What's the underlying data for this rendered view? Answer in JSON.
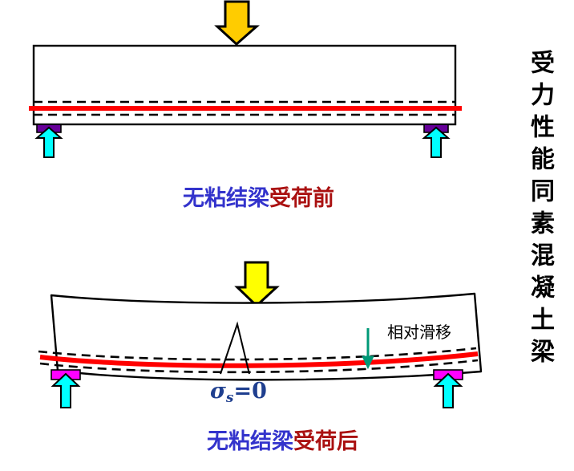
{
  "figure": {
    "vertical_title": "受力性能同素混凝土梁",
    "colors": {
      "load_arrow_fill": "#FFCC00",
      "load_arrow_fill_lower": "#FFFF00",
      "load_arrow_stroke": "#000000",
      "reaction_arrow_fill": "#00FFFF",
      "reaction_arrow_stroke": "#000000",
      "bearing_plate_top": "#660099",
      "bearing_plate_bottom": "#FF00FF",
      "tendon": "#FF0000",
      "duct_dash": "#000000",
      "beam_outline": "#000000",
      "slip_arrow": "#009977",
      "caption_blue": "#3333CC",
      "caption_red": "#AA1111",
      "sigma_text": "#1F3F8F"
    }
  },
  "panel_before": {
    "caption_part1": "无粘结梁",
    "caption_part2": "受荷前",
    "load_label": "load-arrow-down",
    "left_support_label": "reaction-arrow-up",
    "right_support_label": "reaction-arrow-up"
  },
  "panel_after": {
    "caption_part1": "无粘结梁",
    "caption_part2": "受荷后",
    "slip_annotation": "相对滑移",
    "stress_symbol": "σ",
    "stress_subscript": "s",
    "stress_equation": "=0"
  }
}
